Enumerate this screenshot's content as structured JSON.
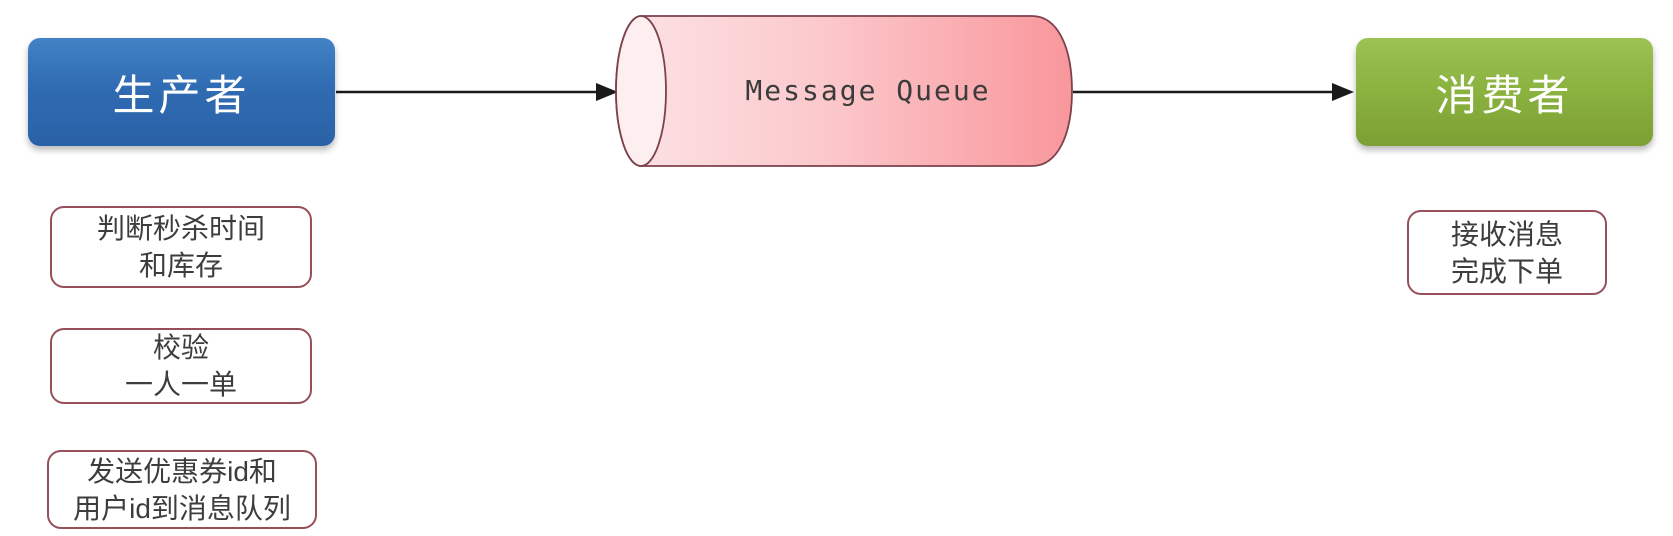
{
  "diagram": {
    "producer": {
      "label": "生产者"
    },
    "queue": {
      "label": "Message Queue"
    },
    "consumer": {
      "label": "消费者"
    },
    "producer_steps": [
      {
        "line1": "判断秒杀时间",
        "line2": "和库存"
      },
      {
        "line1": "校验",
        "line2": "一人一单"
      },
      {
        "line1": "发送优惠券id和",
        "line2": "用户id到消息队列"
      }
    ],
    "consumer_steps": [
      {
        "line1": "接收消息",
        "line2": "完成下单"
      }
    ],
    "colors": {
      "producer_fill": "#2f6cb3",
      "consumer_fill": "#8ab23f",
      "queue_fill_light": "#fdeef0",
      "queue_fill_dark": "#f8989d",
      "queue_stroke": "#7d414b",
      "step_border": "#96505a",
      "arrow": "#1a1a1a",
      "text_dark": "#3b3b3b"
    }
  }
}
